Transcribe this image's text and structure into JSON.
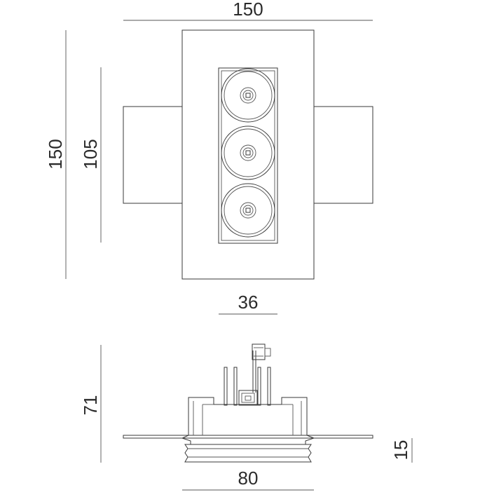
{
  "diagram": {
    "type": "technical-drawing",
    "colors": {
      "line": "#3a3a3a",
      "text": "#2b2b2b",
      "background": "#ffffff"
    },
    "top_view": {
      "dimensions": {
        "overall_width": "150",
        "overall_height": "150",
        "inner_height": "105",
        "slot_width": "36"
      },
      "lens_count": 3
    },
    "side_view": {
      "dimensions": {
        "body_width": "80",
        "height": "71",
        "flange_height": "15"
      }
    }
  }
}
